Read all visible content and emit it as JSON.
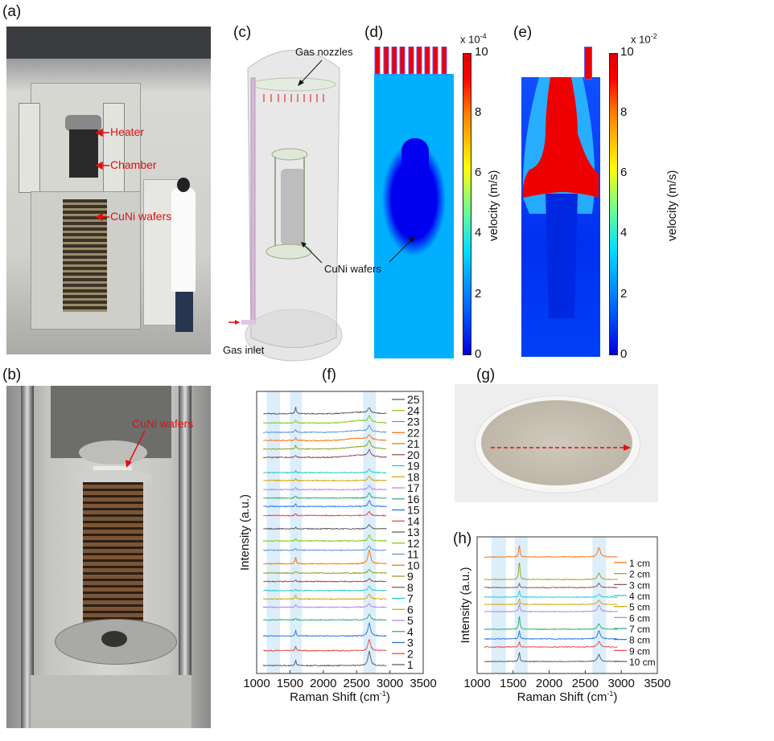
{
  "panels": {
    "a": {
      "label": "(a)",
      "annotations": {
        "heater": "Heater",
        "chamber": "Chamber",
        "wafers": "CuNi wafers"
      }
    },
    "b": {
      "label": "(b)",
      "annotations": {
        "wafers": "CuNi wafers"
      }
    },
    "c": {
      "label": "(c)",
      "annotations": {
        "nozzles": "Gas nozzles",
        "wafers": "CuNi wafers",
        "inlet": "Gas inlet"
      }
    },
    "d": {
      "label": "(d)",
      "scale_base": "x 10",
      "scale_exp": "-4",
      "cbar_label": "velocity (m/s)",
      "cbar_ticks": [
        "10",
        "8",
        "6",
        "4",
        "2",
        "0"
      ]
    },
    "e": {
      "label": "(e)",
      "scale_base": "x 10",
      "scale_exp": "-2",
      "cbar_label": "velocity (m/s)",
      "cbar_ticks": [
        "10",
        "8",
        "6",
        "4",
        "2",
        "0"
      ]
    },
    "f": {
      "label": "(f)"
    },
    "g": {
      "label": "(g)"
    },
    "h": {
      "label": "(h)"
    }
  },
  "colors": {
    "annotation_red": "#e01010",
    "band": "#dbeefa"
  },
  "chart_data": [
    {
      "id": "f",
      "type": "line",
      "xlabel": "Raman Shift (cm",
      "xlabel_sup": "-1",
      "xlabel_end": ")",
      "ylabel": "Intensity (a.u.)",
      "xlim": [
        1000,
        3500
      ],
      "ylim": [
        0,
        100
      ],
      "xticks": [
        "1000",
        "1500",
        "2000",
        "2500",
        "3000",
        "3500"
      ],
      "bands": [
        [
          1150,
          1350
        ],
        [
          1500,
          1680
        ],
        [
          2600,
          2790
        ]
      ],
      "legend": "right",
      "series": [
        {
          "name": "1",
          "color": "#555555",
          "offset": 2.8,
          "G": 2,
          "D2": 5,
          "hump": 0
        },
        {
          "name": "2",
          "color": "#e8403a",
          "offset": 8.1,
          "G": 1.5,
          "D2": 4,
          "hump": 0
        },
        {
          "name": "3",
          "color": "#1f6fe0",
          "offset": 13.3,
          "G": 2,
          "D2": 4.5,
          "hump": 0
        },
        {
          "name": "4",
          "color": "#2ca66f",
          "offset": 19.0,
          "G": 0.5,
          "D2": 2,
          "hump": 0
        },
        {
          "name": "5",
          "color": "#b57ee8",
          "offset": 23.5,
          "G": 0.8,
          "D2": 1.3,
          "hump": 0
        },
        {
          "name": "6",
          "color": "#d4a100",
          "offset": 26.4,
          "G": 1.5,
          "D2": 1.8,
          "hump": 0
        },
        {
          "name": "7",
          "color": "#1ec8c8",
          "offset": 29.4,
          "G": 0.5,
          "D2": 1.5,
          "hump": 0
        },
        {
          "name": "8",
          "color": "#8b4a4a",
          "offset": 32.6,
          "G": 0.6,
          "D2": 1,
          "hump": 0
        },
        {
          "name": "9",
          "color": "#8c9b1a",
          "offset": 35.6,
          "G": 0.6,
          "D2": 1.3,
          "hump": 0
        },
        {
          "name": "10",
          "color": "#ff6a00",
          "offset": 38.9,
          "G": 2.5,
          "D2": 5,
          "hump": 0
        },
        {
          "name": "11",
          "color": "#5b8fd6",
          "offset": 43.7,
          "G": 0.6,
          "D2": 1.6,
          "hump": 0
        },
        {
          "name": "12",
          "color": "#7ac70c",
          "offset": 47.0,
          "G": 0.7,
          "D2": 2,
          "hump": 0
        },
        {
          "name": "13",
          "color": "#555555",
          "offset": 51.3,
          "G": 0.5,
          "D2": 1.5,
          "hump": 0
        },
        {
          "name": "14",
          "color": "#e8403a",
          "offset": 56.0,
          "G": 0.7,
          "D2": 1.4,
          "hump": 0
        },
        {
          "name": "15",
          "color": "#1f6fe0",
          "offset": 59.2,
          "G": 1,
          "D2": 2,
          "hump": 0
        },
        {
          "name": "16",
          "color": "#2ca66f",
          "offset": 62.2,
          "G": 0.8,
          "D2": 1.8,
          "hump": 0
        },
        {
          "name": "17",
          "color": "#b57ee8",
          "offset": 65.2,
          "G": 0.8,
          "D2": 1.5,
          "hump": 0
        },
        {
          "name": "18",
          "color": "#d4a100",
          "offset": 68.4,
          "G": 0.7,
          "D2": 1.6,
          "hump": 0
        },
        {
          "name": "19",
          "color": "#1ec8c8",
          "offset": 71.2,
          "G": 0.6,
          "D2": 1.2,
          "hump": 0
        },
        {
          "name": "20",
          "color": "#8b4a4a",
          "offset": 76.6,
          "G": 0.8,
          "D2": 2.2,
          "hump": 0.8
        },
        {
          "name": "21",
          "color": "#8c9b1a",
          "offset": 79.6,
          "G": 1.5,
          "D2": 2.5,
          "hump": 0.8
        },
        {
          "name": "22",
          "color": "#ff6a00",
          "offset": 82.6,
          "G": 1,
          "D2": 1.5,
          "hump": 0.8
        },
        {
          "name": "23",
          "color": "#5b8fd6",
          "offset": 85.5,
          "G": 1,
          "D2": 2,
          "hump": 0.6
        },
        {
          "name": "24",
          "color": "#7ac70c",
          "offset": 88.8,
          "G": 1,
          "D2": 2,
          "hump": 0.8
        },
        {
          "name": "25",
          "color": "#555555",
          "offset": 92.1,
          "G": 2.5,
          "D2": 1.8,
          "hump": 0.5
        }
      ]
    },
    {
      "id": "h",
      "type": "line",
      "xlabel": "Raman Shift (cm",
      "xlabel_sup": "-1",
      "xlabel_end": ")",
      "ylabel": "Intensity (a.u.)",
      "xlim": [
        1000,
        3500
      ],
      "ylim": [
        0,
        100
      ],
      "xticks": [
        "1000",
        "1500",
        "2000",
        "2500",
        "3000",
        "3500"
      ],
      "bands": [
        [
          1200,
          1400
        ],
        [
          1520,
          1700
        ],
        [
          2600,
          2790
        ]
      ],
      "legend": "right",
      "series": [
        {
          "name": "1 cm",
          "color": "#ff6a00",
          "offset": 85.3,
          "G": 8.8,
          "D2": 6.9,
          "hump": 0
        },
        {
          "name": "2 cm",
          "color": "#9aa01a",
          "offset": 68.8,
          "G": 13.7,
          "D2": 4.9,
          "hump": 0
        },
        {
          "name": "3 cm",
          "color": "#8b4a4a",
          "offset": 62.9,
          "G": 3,
          "D2": 3,
          "hump": 0
        },
        {
          "name": "4 cm",
          "color": "#1ec8c8",
          "offset": 55.9,
          "G": 5,
          "D2": 2,
          "hump": 0
        },
        {
          "name": "5 cm",
          "color": "#d4a100",
          "offset": 50.6,
          "G": 4,
          "D2": 3,
          "hump": 0
        },
        {
          "name": "6 cm",
          "color": "#b57ee8",
          "offset": 45.3,
          "G": 6,
          "D2": 5,
          "hump": 0
        },
        {
          "name": "7 cm",
          "color": "#2ca66f",
          "offset": 32.4,
          "G": 10,
          "D2": 4,
          "hump": 0
        },
        {
          "name": "8 cm",
          "color": "#1f6fe0",
          "offset": 25.3,
          "G": 6,
          "D2": 6,
          "hump": 0
        },
        {
          "name": "9 cm",
          "color": "#e8403a",
          "offset": 19.4,
          "G": 4,
          "D2": 4,
          "hump": 0
        },
        {
          "name": "10 cm",
          "color": "#555555",
          "offset": 8.8,
          "G": 7,
          "D2": 5,
          "hump": 0
        }
      ]
    }
  ]
}
